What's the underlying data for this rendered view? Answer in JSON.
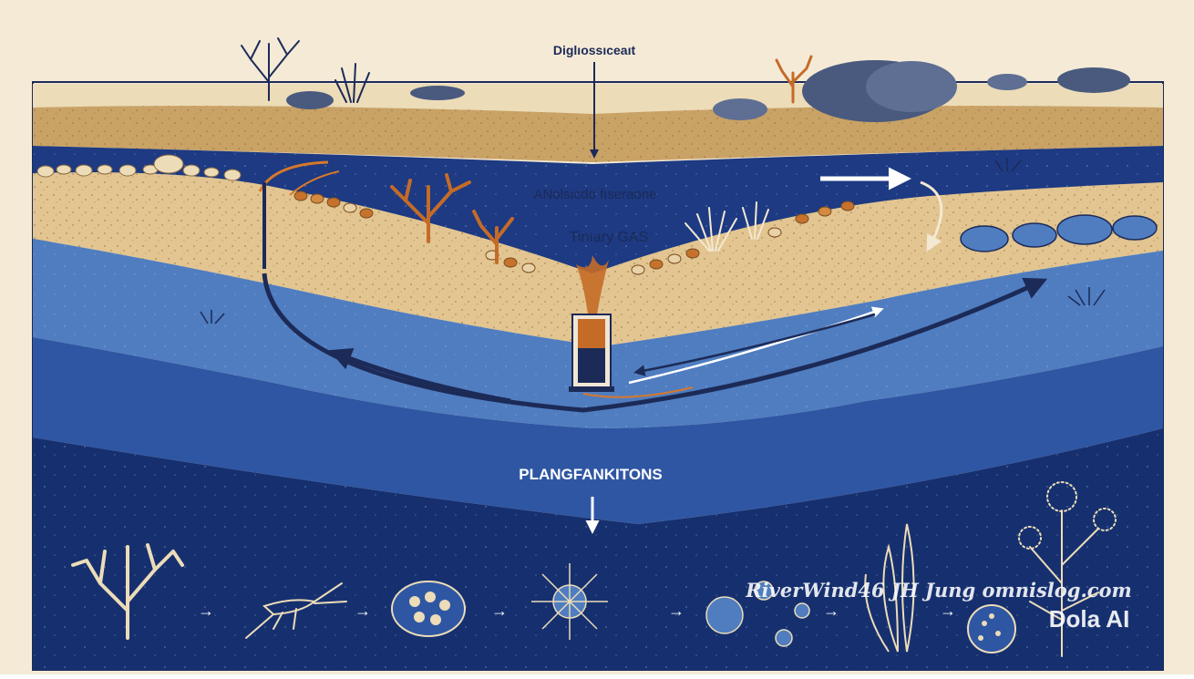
{
  "labels": {
    "top": "Diglıossıceaıt",
    "layer": "ANolsıcdo fıseraone",
    "gas": "Tinıary GAS",
    "bottom": "PLANGFANKITONS"
  },
  "watermark": {
    "handle": "RiverWind46 JH Jung omnislog.com",
    "brand": "Dola AI"
  },
  "sequence": {
    "separator": "→",
    "stages": [
      {
        "icon": "branching-coral-icon"
      },
      {
        "icon": "copepod-icon"
      },
      {
        "icon": "diatom-cell-icon"
      },
      {
        "icon": "radiolarian-icon"
      },
      {
        "icon": "microbe-cluster-icon"
      },
      {
        "icon": "seagrass-icon"
      },
      {
        "icon": "sponge-ball-icon"
      },
      {
        "icon": "dandelion-plant-icon"
      }
    ]
  },
  "colors": {
    "background": "#f4ead6",
    "sand_light": "#ecdcb8",
    "sand_dark": "#c9a266",
    "sediment_brown": "#b8824a",
    "water_light": "#4f7dc0",
    "water_mid": "#2f56a3",
    "water_deep": "#1d3a82",
    "water_abyss": "#16306f",
    "arrow_navy": "#1c2a57",
    "accent_orange": "#d7782b",
    "line_cream": "#f3e9d3"
  }
}
